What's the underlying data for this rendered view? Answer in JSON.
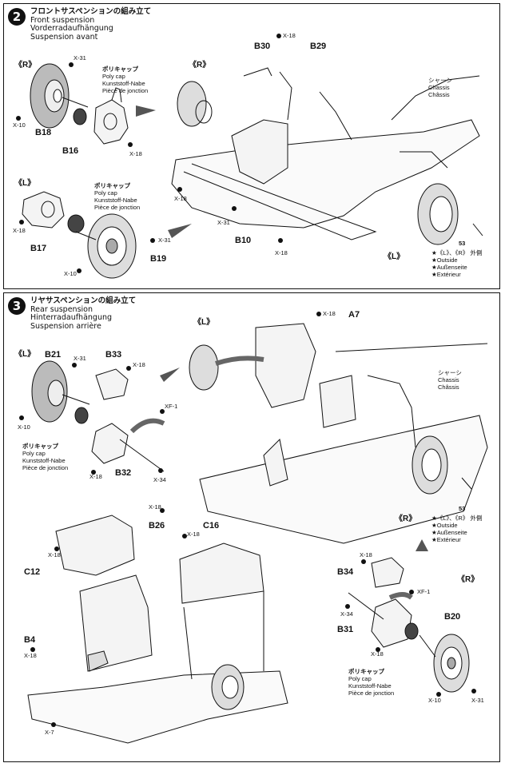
{
  "step2": {
    "number": "2",
    "title_jp": "フロントサスペンションの組み立て",
    "title_en": "Front suspension",
    "title_de": "Vorderradaufhängung",
    "title_fr": "Suspension avant",
    "labels": {
      "R": "《R》",
      "L": "《L》",
      "R2": "《R》",
      "L2": "《L》",
      "B18": "B18",
      "B16": "B16",
      "B17": "B17",
      "B19": "B19",
      "B30": "B30",
      "B29": "B29",
      "B10": "B10"
    },
    "polycap_jp": "ポリキャップ",
    "polycap_en": "Poly cap",
    "polycap_de": "Kunststoff-Nabe",
    "polycap_fr": "Pièce de jonction",
    "chassis_jp": "シャーシ",
    "chassis_en": "Chassis",
    "chassis_fr": "Châssis",
    "outside_jp": "★《L》、《R》 外側",
    "outside_en": "★Outside",
    "outside_de": "★Außenseite",
    "outside_fr": "★Extérieur",
    "screws": {
      "x31_a": "X-31",
      "x10_a": "X-10",
      "x18_a": "X-18",
      "x18_b": "X-18",
      "x31_b": "X-31",
      "x10_b": "X-10",
      "x18_c": "X-18",
      "x31_c": "X-31",
      "x18_d": "X-18",
      "x18_e": "X-18",
      "x53": "53"
    }
  },
  "step3": {
    "number": "3",
    "title_jp": "リヤサスペンションの組み立て",
    "title_en": "Rear suspension",
    "title_de": "Hinterradaufhängung",
    "title_fr": "Suspension arrière",
    "labels": {
      "L": "《L》",
      "L2": "《L》",
      "R": "《R》",
      "R2": "《R》",
      "B21": "B21",
      "B33": "B33",
      "B32": "B32",
      "A7": "A7",
      "B26": "B26",
      "C16": "C16",
      "C12": "C12",
      "B4": "B4",
      "B34": "B34",
      "B31": "B31",
      "B20": "B20"
    },
    "polycap_jp": "ポリキャップ",
    "polycap_en": "Poly cap",
    "polycap_de": "Kunststoff-Nabe",
    "polycap_fr": "Pièce de jonction",
    "chassis_jp": "シャーシ",
    "chassis_en": "Chassis",
    "chassis_fr": "Châssis",
    "outside_jp": "★《L》、《R》 外側",
    "outside_en": "★Outside",
    "outside_de": "★Außenseite",
    "outside_fr": "★Extérieur",
    "screws": {
      "x31_a": "X-31",
      "x10_a": "X-10",
      "x18_a": "X-18",
      "xf1_a": "XF-1",
      "x18_b": "X-18",
      "x34_a": "X-34",
      "x18_c": "X-18",
      "x53": "53",
      "x18_d": "X-18",
      "x18_e": "X-18",
      "x18_f": "X-18",
      "x18_g": "X-18",
      "x7": "X-7",
      "x18_h": "X-18",
      "xf1_b": "XF-1",
      "x34_b": "X-34",
      "x18_i": "X-18",
      "x10_b": "X-10",
      "x31_b": "X-31"
    }
  }
}
